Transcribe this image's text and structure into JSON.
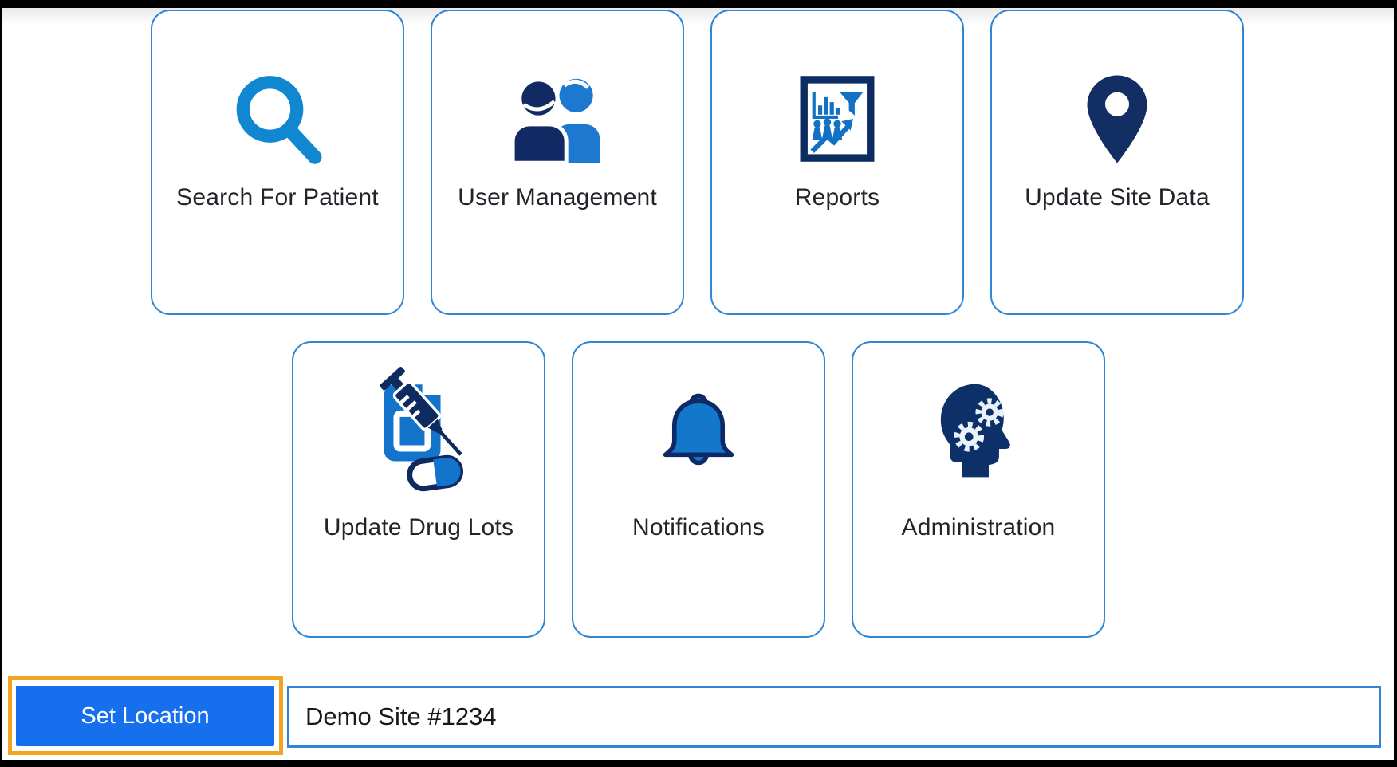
{
  "colors": {
    "card_border": "#2e86d5",
    "icon_blue": "#1287d1",
    "icon_navy": "#122a63",
    "button_blue": "#1670ee",
    "annotation_orange": "#f0a41f",
    "label_text": "#212529"
  },
  "cards": [
    {
      "label": "Search For Patient",
      "icon": "search-icon"
    },
    {
      "label": "User Management",
      "icon": "users-icon"
    },
    {
      "label": "Reports",
      "icon": "report-chart-icon"
    },
    {
      "label": "Update Site Data",
      "icon": "location-pin-icon"
    },
    {
      "label": "Update Drug Lots",
      "icon": "syringe-vial-icon"
    },
    {
      "label": "Notifications",
      "icon": "bell-icon"
    },
    {
      "label": "Administration",
      "icon": "head-gears-icon"
    }
  ],
  "footer": {
    "set_location_label": "Set Location",
    "location_value": "Demo Site #1234"
  }
}
